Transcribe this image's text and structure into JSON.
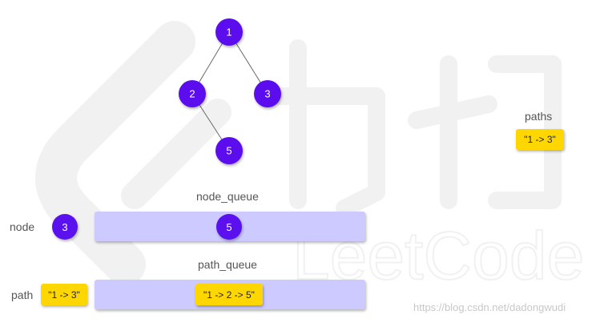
{
  "colors": {
    "node_fill": "#5b11ee",
    "node_text": "#ffffff",
    "queue_bar": "#cccaff",
    "string_chip": "#ffd700",
    "label_text": "#555555",
    "watermark": "#eeeeee"
  },
  "tree": {
    "nodes": [
      {
        "id": "n1",
        "value": "1"
      },
      {
        "id": "n2",
        "value": "2"
      },
      {
        "id": "n3",
        "value": "3"
      },
      {
        "id": "n5",
        "value": "5"
      }
    ],
    "edges": [
      {
        "from": "n1",
        "to": "n2"
      },
      {
        "from": "n1",
        "to": "n3"
      },
      {
        "from": "n2",
        "to": "n5"
      }
    ]
  },
  "paths": {
    "label": "paths",
    "items": [
      "\"1 -> 3\""
    ]
  },
  "node_queue": {
    "label": "node_queue",
    "items": [
      "5"
    ]
  },
  "current_node": {
    "label": "node",
    "value": "3"
  },
  "path_queue": {
    "label": "path_queue",
    "items": [
      "\"1 -> 2 -> 5\""
    ]
  },
  "current_path": {
    "label": "path",
    "value": "\"1 -> 3\""
  },
  "watermark": {
    "brand_icon": "leetcode-logo-icon",
    "brand_text": "LeetCode",
    "cjk_mark": "力扣",
    "credit_url": "https://blog.csdn.net/dadongwudi"
  }
}
